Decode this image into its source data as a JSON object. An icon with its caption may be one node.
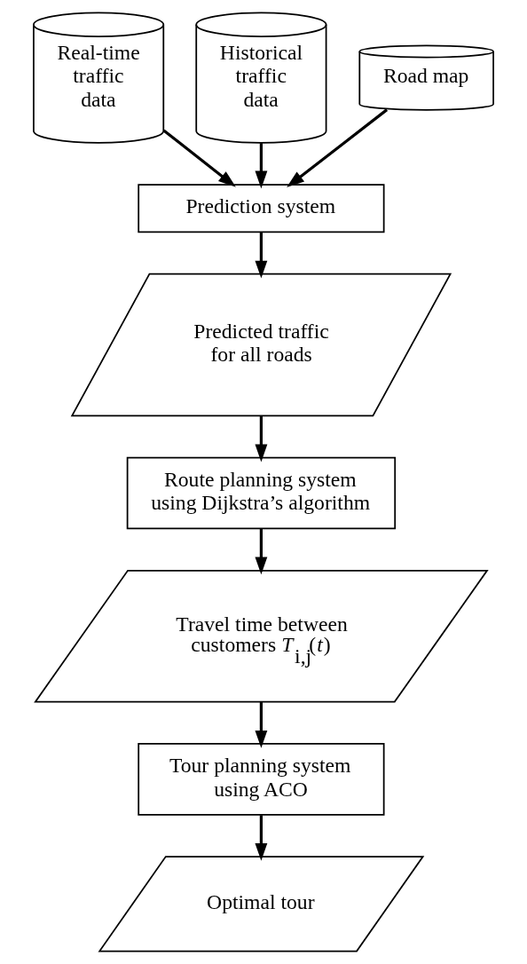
{
  "diagram": {
    "nodes": [
      {
        "text": [
          "Real-time traffic data"
        ]
      },
      {
        "text": [
          "Historical traffic data"
        ]
      },
      {
        "text": [
          "Road map"
        ]
      },
      {
        "text": [
          "Prediction system"
        ]
      },
      {
        "text": [
          "Predicted traffic for all roads"
        ]
      },
      {
        "text": [
          "Route planning system using Dijkstra’s algorithm"
        ]
      },
      {
        "text": [
          "Travel time between customers *T*$_{i,j}$(*t*)"
        ]
      },
      {
        "text": [
          "Tour planning system using ACO"
        ]
      },
      {
        "text": [
          "Optimal tour"
        ]
      }
    ],
    "edges": [
      {
        "from": 0,
        "to": 3,
        "arrow": "to"
      },
      {
        "from": 1,
        "to": 3,
        "arrow": "to"
      },
      {
        "from": 2,
        "to": 3,
        "arrow": "to"
      },
      {
        "from": 3,
        "to": 4,
        "arrow": "to"
      },
      {
        "from": 4,
        "to": 5,
        "arrow": "to"
      },
      {
        "from": 5,
        "to": 6,
        "arrow": "to"
      },
      {
        "from": 6,
        "to": 7,
        "arrow": "to"
      },
      {
        "from": 7,
        "to": 8,
        "arrow": "to"
      }
    ]
  }
}
